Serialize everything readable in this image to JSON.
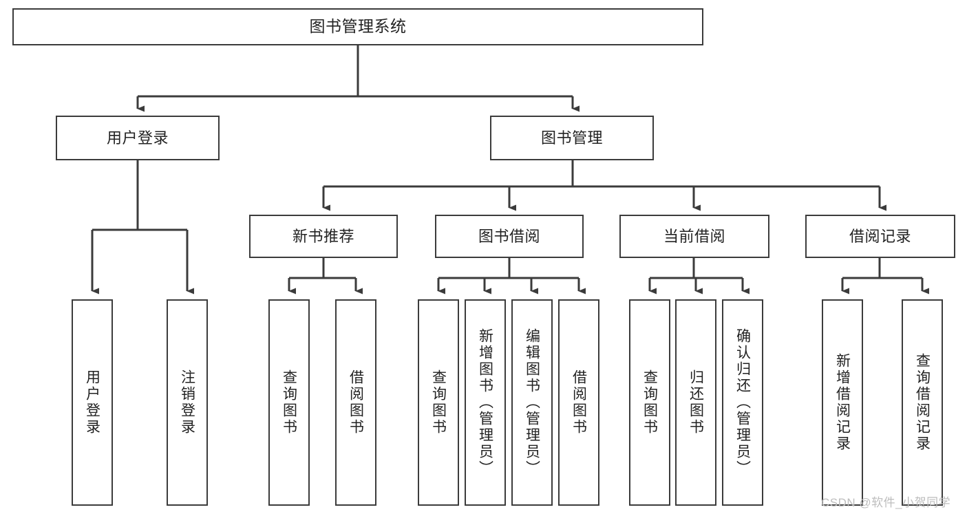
{
  "diagram": {
    "type": "tree-hierarchy",
    "title": "图书管理系统",
    "watermark": "CSDN @软件_小贺同学",
    "colors": {
      "box_border": "#3b3b3b",
      "box_fill": "#ffffff",
      "connector": "#3b3b3b",
      "text": "#222222",
      "watermark": "#bdbdbd",
      "background": "#ffffff"
    },
    "nodes": {
      "root": {
        "label": "图书管理系统",
        "level": 1
      },
      "user_login": {
        "label": "用户登录",
        "level": 2
      },
      "book_manage": {
        "label": "图书管理",
        "level": 2
      },
      "new_book_rec": {
        "label": "新书推荐",
        "level": 3
      },
      "book_borrow": {
        "label": "图书借阅",
        "level": 3
      },
      "current_borrow": {
        "label": "当前借阅",
        "level": 3
      },
      "borrow_record": {
        "label": "借阅记录",
        "level": 3
      },
      "leaf_user_login": {
        "label": "用户登录",
        "level": 4
      },
      "leaf_logout": {
        "label": "注销登录",
        "level": 4
      },
      "leaf_query_book_1": {
        "label": "查询图书",
        "level": 4
      },
      "leaf_borrow_book_1": {
        "label": "借阅图书",
        "level": 4
      },
      "leaf_query_book_2": {
        "label": "查询图书",
        "level": 4
      },
      "leaf_add_book": {
        "label": "新增图书（管理员）",
        "level": 4
      },
      "leaf_edit_book": {
        "label": "编辑图书（管理员）",
        "level": 4
      },
      "leaf_borrow_book_2": {
        "label": "借阅图书",
        "level": 4
      },
      "leaf_query_book_3": {
        "label": "查询图书",
        "level": 4
      },
      "leaf_return_book": {
        "label": "归还图书",
        "level": 4
      },
      "leaf_confirm_return": {
        "label": "确认归还（管理员）",
        "level": 4
      },
      "leaf_add_record": {
        "label": "新增借阅记录",
        "level": 4
      },
      "leaf_query_record": {
        "label": "查询借阅记录",
        "level": 4
      }
    },
    "edges": [
      {
        "from": "root",
        "to": "user_login"
      },
      {
        "from": "root",
        "to": "book_manage"
      },
      {
        "from": "user_login",
        "to": "leaf_user_login"
      },
      {
        "from": "user_login",
        "to": "leaf_logout"
      },
      {
        "from": "book_manage",
        "to": "new_book_rec"
      },
      {
        "from": "book_manage",
        "to": "book_borrow"
      },
      {
        "from": "book_manage",
        "to": "current_borrow"
      },
      {
        "from": "book_manage",
        "to": "borrow_record"
      },
      {
        "from": "new_book_rec",
        "to": "leaf_query_book_1"
      },
      {
        "from": "new_book_rec",
        "to": "leaf_borrow_book_1"
      },
      {
        "from": "book_borrow",
        "to": "leaf_query_book_2"
      },
      {
        "from": "book_borrow",
        "to": "leaf_add_book"
      },
      {
        "from": "book_borrow",
        "to": "leaf_edit_book"
      },
      {
        "from": "book_borrow",
        "to": "leaf_borrow_book_2"
      },
      {
        "from": "current_borrow",
        "to": "leaf_query_book_3"
      },
      {
        "from": "current_borrow",
        "to": "leaf_return_book"
      },
      {
        "from": "current_borrow",
        "to": "leaf_confirm_return"
      },
      {
        "from": "borrow_record",
        "to": "leaf_add_record"
      },
      {
        "from": "borrow_record",
        "to": "leaf_query_record"
      }
    ]
  }
}
